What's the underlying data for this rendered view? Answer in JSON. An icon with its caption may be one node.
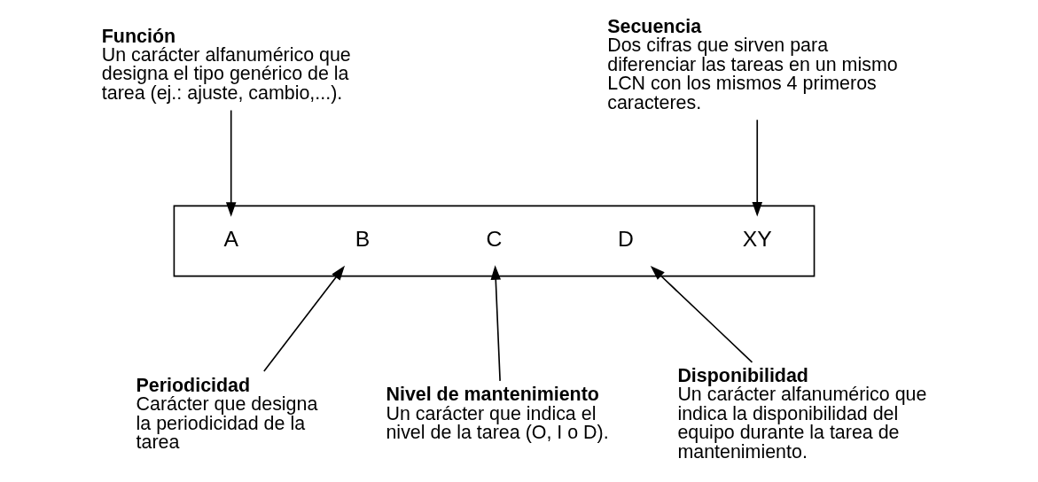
{
  "diagram": {
    "nodes": [
      {
        "text": [
          "Función",
          "Un carácter alfanumérico que designa el tipo genérico de la tarea (ej.: ajuste, cambio,...)."
        ]
      },
      {
        "text": [
          "Secuencia",
          "Dos cifras que sirven para diferenciar las tareas en un mismo LCN con los mismos 4 primeros caracteres."
        ]
      },
      {
        "text": [],
        "shape": "box"
      },
      {
        "text": [
          "A"
        ],
        "in": 2
      },
      {
        "text": [
          "B"
        ],
        "in": 2
      },
      {
        "text": [
          "C"
        ],
        "in": 2
      },
      {
        "text": [
          "D"
        ],
        "in": 2
      },
      {
        "text": [
          "XY"
        ],
        "in": 2
      },
      {
        "text": [
          "Periodicidad",
          "Carácter que designa la periodicidad de la tarea"
        ]
      },
      {
        "text": [
          "Nivel de mantenimiento",
          "Un carácter que indica el nivel de la tarea (O, I o D)."
        ]
      },
      {
        "text": [
          "Disponibilidad",
          "Un carácter alfanumérico que indica la disponibilidad del equipo durante la tarea de mantenimiento."
        ]
      }
    ],
    "edges": [
      {
        "from": 0,
        "to": 3,
        "arrow": "to"
      },
      {
        "from": 1,
        "to": 7,
        "arrow": "to"
      },
      {
        "from": 8,
        "to": 4,
        "arrow": "to"
      },
      {
        "from": 9,
        "to": 5,
        "arrow": "to"
      },
      {
        "from": 10,
        "to": 6,
        "arrow": "to"
      }
    ]
  }
}
